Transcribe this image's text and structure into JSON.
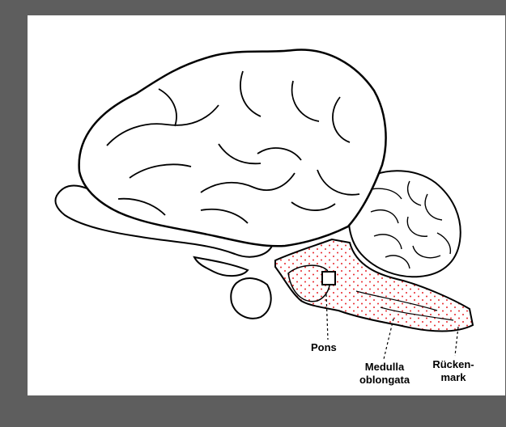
{
  "labels": {
    "pons": "Pons",
    "medulla_line1": "Medulla",
    "medulla_line2": "oblongata",
    "rueckenmark_line1": "Rücken-",
    "rueckenmark_line2": "mark"
  },
  "colors": {
    "background": "#5e5e5e",
    "panel": "#ffffff",
    "outline": "#000000",
    "highlight_dots": "#e8262b",
    "highlight_fill": "#fde6e6"
  }
}
